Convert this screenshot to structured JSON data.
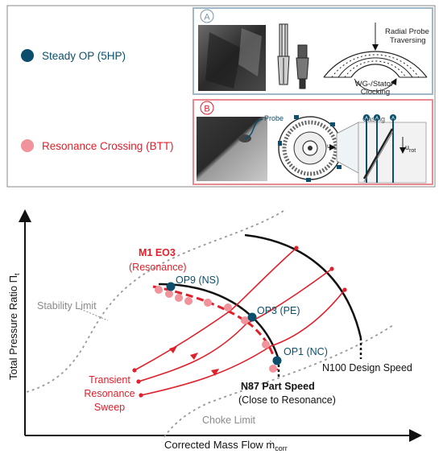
{
  "legend": {
    "steady_op": "Steady OP (5HP)",
    "resonance_crossing": "Resonance Crossing (BTT)"
  },
  "panel_a": {
    "letter": "A",
    "radial_probe": "Radial Probe",
    "traversing": "Traversing",
    "wg_stator": "WG-/Stator-",
    "clocking": "Clocking"
  },
  "panel_b": {
    "letter": "B",
    "probe": "Probe",
    "casing": "Casing",
    "u_rot": "u",
    "u_rot_sub": "rot",
    "u_small": "u",
    "probe_marks": [
      "A",
      "A",
      "A"
    ]
  },
  "map": {
    "y_axis": "Total Pressure Ratio Π",
    "y_axis_sub": "t",
    "x_axis": "Corrected Mass Flow ṁ",
    "x_axis_sub": "corr",
    "stability_limit": "Stability Limit",
    "choke_limit": "Choke Limit",
    "n100": "N100 Design Speed",
    "n87": "N87 Part Speed",
    "n87_note": "(Close to Resonance)",
    "m1eo3": "M1 EO3",
    "m1eo3_note": "(Resonance)",
    "transient": [
      "Transient",
      "Resonance",
      "Sweep"
    ],
    "op9": "OP9 (NS)",
    "op3": "OP3 (PE)",
    "op1": "OP1 (NC)"
  },
  "colors": {
    "steady": "#0b4f6c",
    "resonance": "#f0939a",
    "red": "#e0202a",
    "panel_a_border": "#9fb8c8",
    "panel_b_border": "#e88a90",
    "gray_dash": "#9a9a9a"
  }
}
